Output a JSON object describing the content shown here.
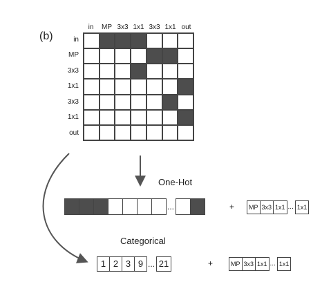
{
  "panel_label": "(b)",
  "matrix": {
    "column_labels": [
      "in",
      "MP",
      "3x3",
      "1x1",
      "3x3",
      "1x1",
      "out"
    ],
    "row_labels": [
      "in",
      "MP",
      "3x3",
      "1x1",
      "3x3",
      "1x1",
      "out"
    ],
    "filled": [
      [
        0,
        1,
        1,
        1,
        0,
        0,
        0
      ],
      [
        0,
        0,
        0,
        0,
        1,
        1,
        0
      ],
      [
        0,
        0,
        0,
        1,
        0,
        0,
        0
      ],
      [
        0,
        0,
        0,
        0,
        0,
        0,
        1
      ],
      [
        0,
        0,
        0,
        0,
        0,
        1,
        0
      ],
      [
        0,
        0,
        0,
        0,
        0,
        0,
        1
      ],
      [
        0,
        0,
        0,
        0,
        0,
        0,
        0
      ]
    ]
  },
  "onehot": {
    "title": "One-Hot",
    "ellipsis": "...",
    "plus": "+",
    "ops": [
      "MP",
      "3x3",
      "1x1",
      "...",
      "1x1"
    ]
  },
  "categorical": {
    "title": "Categorical",
    "values": [
      "1",
      "2",
      "3",
      "9",
      "...",
      "21"
    ],
    "plus": "+",
    "ops": [
      "MP",
      "3x3",
      "1x1",
      "...",
      "1x1"
    ]
  },
  "colors": {
    "filled": "#4d4d4d",
    "line": "#444444"
  }
}
